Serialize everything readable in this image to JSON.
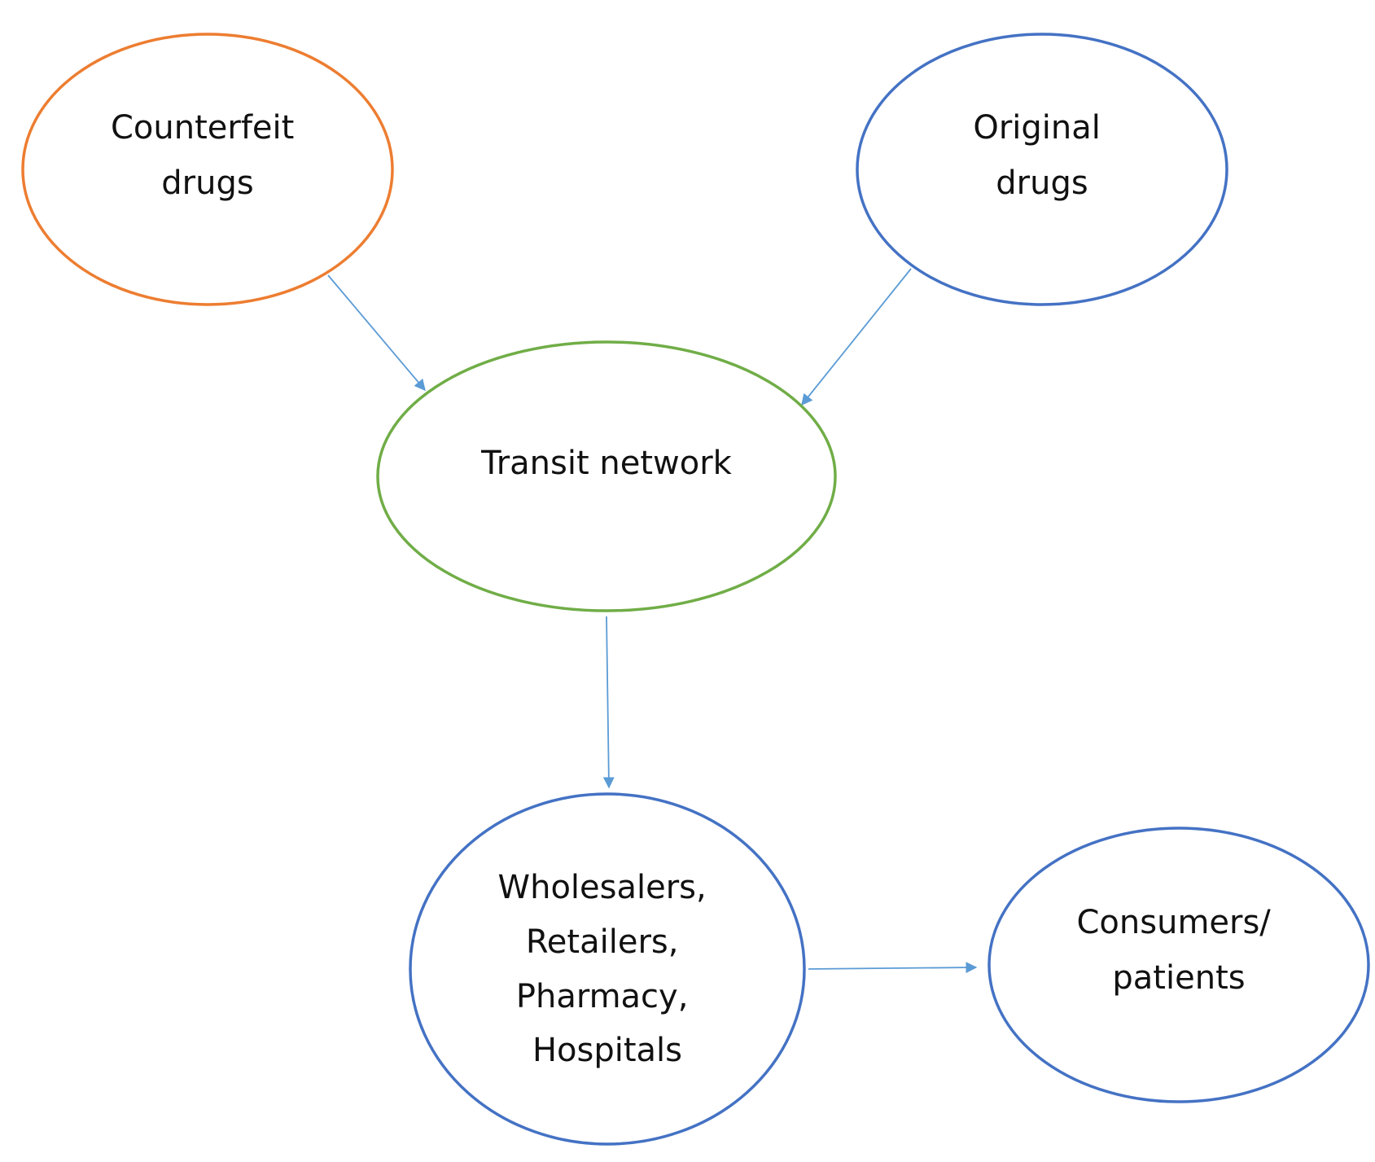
{
  "colors": {
    "counterfeit": "#ED7D31",
    "original": "#4472C4",
    "transit": "#70AD47",
    "distribution": "#4472C4",
    "consumers": "#4472C4",
    "arrow": "#5B9BD5"
  },
  "nodes": {
    "counterfeit": {
      "lines": [
        "Counterfeit",
        "drugs"
      ]
    },
    "original": {
      "lines": [
        "Original",
        "drugs"
      ]
    },
    "transit": {
      "lines": [
        "Transit network"
      ]
    },
    "distribution": {
      "lines": [
        "Wholesalers,",
        "Retailers,",
        "Pharmacy,",
        "Hospitals"
      ]
    },
    "consumers": {
      "lines": [
        "Consumers/",
        "patients"
      ]
    }
  },
  "edges": [
    {
      "from": "counterfeit",
      "to": "transit"
    },
    {
      "from": "original",
      "to": "transit"
    },
    {
      "from": "transit",
      "to": "distribution"
    },
    {
      "from": "distribution",
      "to": "consumers"
    }
  ]
}
